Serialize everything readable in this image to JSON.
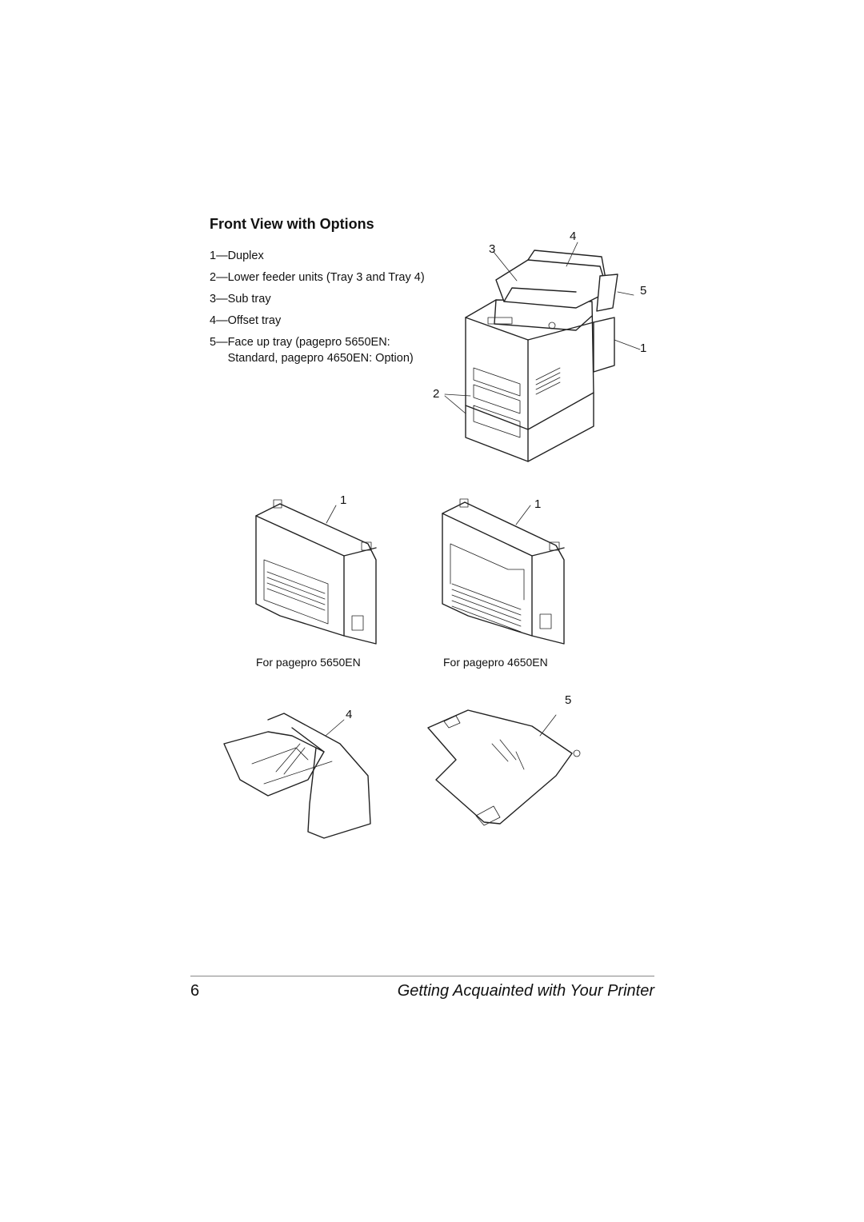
{
  "section": {
    "title": "Front View with Options"
  },
  "legend": [
    {
      "num": "1",
      "text": "Duplex"
    },
    {
      "num": "2",
      "text": "Lower feeder units (Tray 3 and Tray 4)"
    },
    {
      "num": "3",
      "text": "Sub tray"
    },
    {
      "num": "4",
      "text": "Offset tray"
    },
    {
      "num": "5",
      "text": "Face up tray (pagepro 5650EN: Standard, pagepro 4650EN: Option)"
    }
  ],
  "legend_separator": "—",
  "main_callouts": {
    "c1": "1",
    "c2": "2",
    "c3": "3",
    "c4": "4",
    "c5": "5"
  },
  "duplex_5650": {
    "callout": "1",
    "caption": "For pagepro 5650EN"
  },
  "duplex_4650": {
    "callout": "1",
    "caption": "For pagepro 4650EN"
  },
  "offset_tray": {
    "callout": "4"
  },
  "faceup_tray": {
    "callout": "5"
  },
  "footer": {
    "page_number": "6",
    "title": "Getting Acquainted with Your Printer"
  }
}
